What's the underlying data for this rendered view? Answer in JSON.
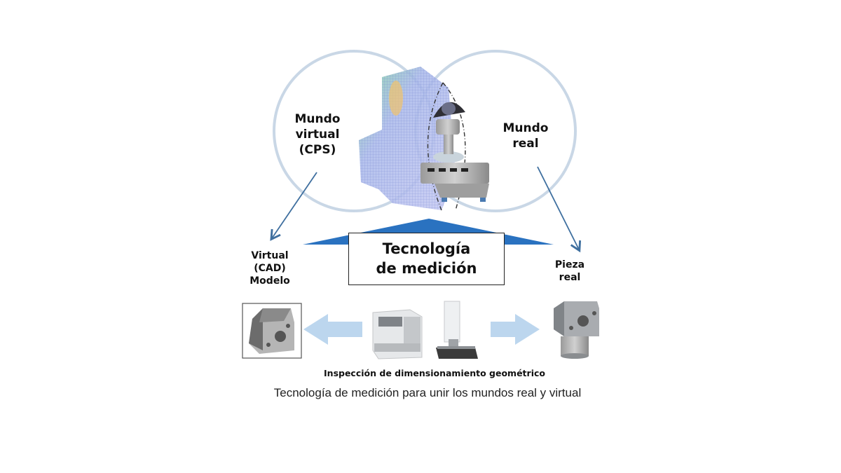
{
  "colors": {
    "circle_stroke": "#c9d7e6",
    "arrow_line": "#3f6f9f",
    "triangle_fill": "#2a72c0",
    "block_arrow_fill": "#bcd6ee",
    "text": "#111111"
  },
  "venn": {
    "left_label": "Mundo\nvirtual\n(CPS)",
    "right_label": "Mundo\nreal"
  },
  "center_box": {
    "title": "Tecnología\nde medición"
  },
  "left_item": {
    "label": "Virtual\n(CAD)\nModelo",
    "icon": "cad-model-icon"
  },
  "right_item": {
    "label": "Pieza\nreal",
    "icon": "real-part-icon"
  },
  "inspection": {
    "label": "Inspección de dimensionamiento geométrico",
    "icons": [
      "cmm-machine-icon",
      "optical-measuring-icon"
    ]
  },
  "caption": "Tecnología de medición para unir los mundos real y virtual"
}
